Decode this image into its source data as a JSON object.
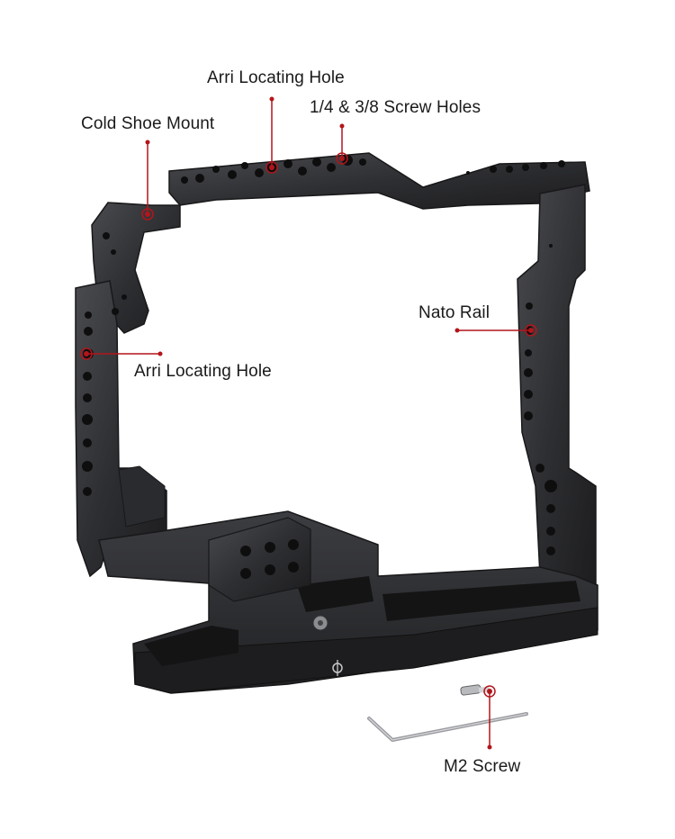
{
  "colors": {
    "background": "#ffffff",
    "metal": "#2b2b2d",
    "metal_highlight": "#55565a",
    "callout": "#b3151b",
    "label_text": "#1a1a1a"
  },
  "callouts": {
    "arri_top": "Arri Locating Hole",
    "screw_holes": "1/4 & 3/8 Screw Holes",
    "cold_shoe": "Cold Shoe Mount",
    "nato_rail": "Nato Rail",
    "arri_side": "Arri Locating Hole",
    "m2_screw": "M2 Screw"
  }
}
